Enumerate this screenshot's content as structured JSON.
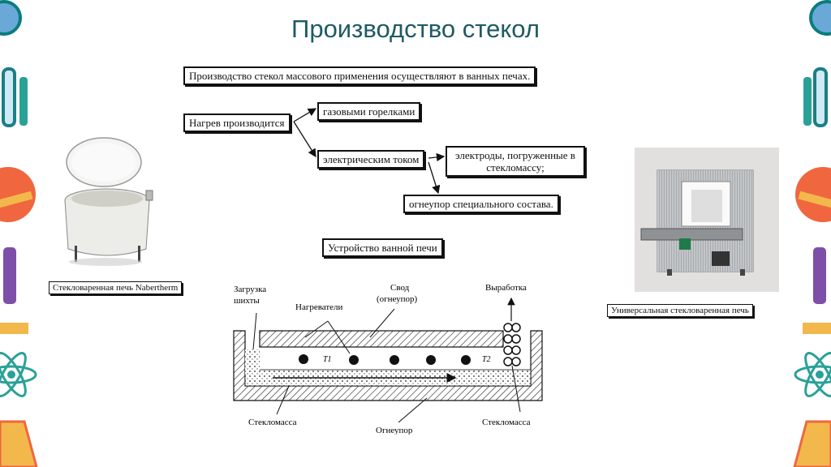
{
  "slide": {
    "title": "Производство стекол",
    "intro_box": "Производство стекол массового применения осуществляют в ванных печах.",
    "heating_box": "Нагрев производится",
    "gas_box": "газовыми горелками",
    "electric_box": "электрическим током",
    "electrodes_box": "электроды, погруженные в стекломассу;",
    "refractory_box": "огнеупор специального состава.",
    "device_box": "Устройство ванной печи",
    "left_caption": "Стекловаренная печь Nabertherm",
    "right_caption": "Универсальная стекловаренная печь"
  },
  "diagram": {
    "load": "Загрузка шихты",
    "heaters": "Нагреватели",
    "roof": "Свод (огнеупор)",
    "output": "Выработка",
    "t1": "T1",
    "t2": "T2",
    "glass_left": "Стекломасса",
    "refractory": "Огнеупор",
    "glass_right": "Стекломасса"
  },
  "colors": {
    "title": "#1f5a63",
    "deco_teal": "#2aa198",
    "deco_orange": "#f0663f",
    "deco_yellow": "#f2b84b",
    "deco_purple": "#7d4fa8"
  }
}
